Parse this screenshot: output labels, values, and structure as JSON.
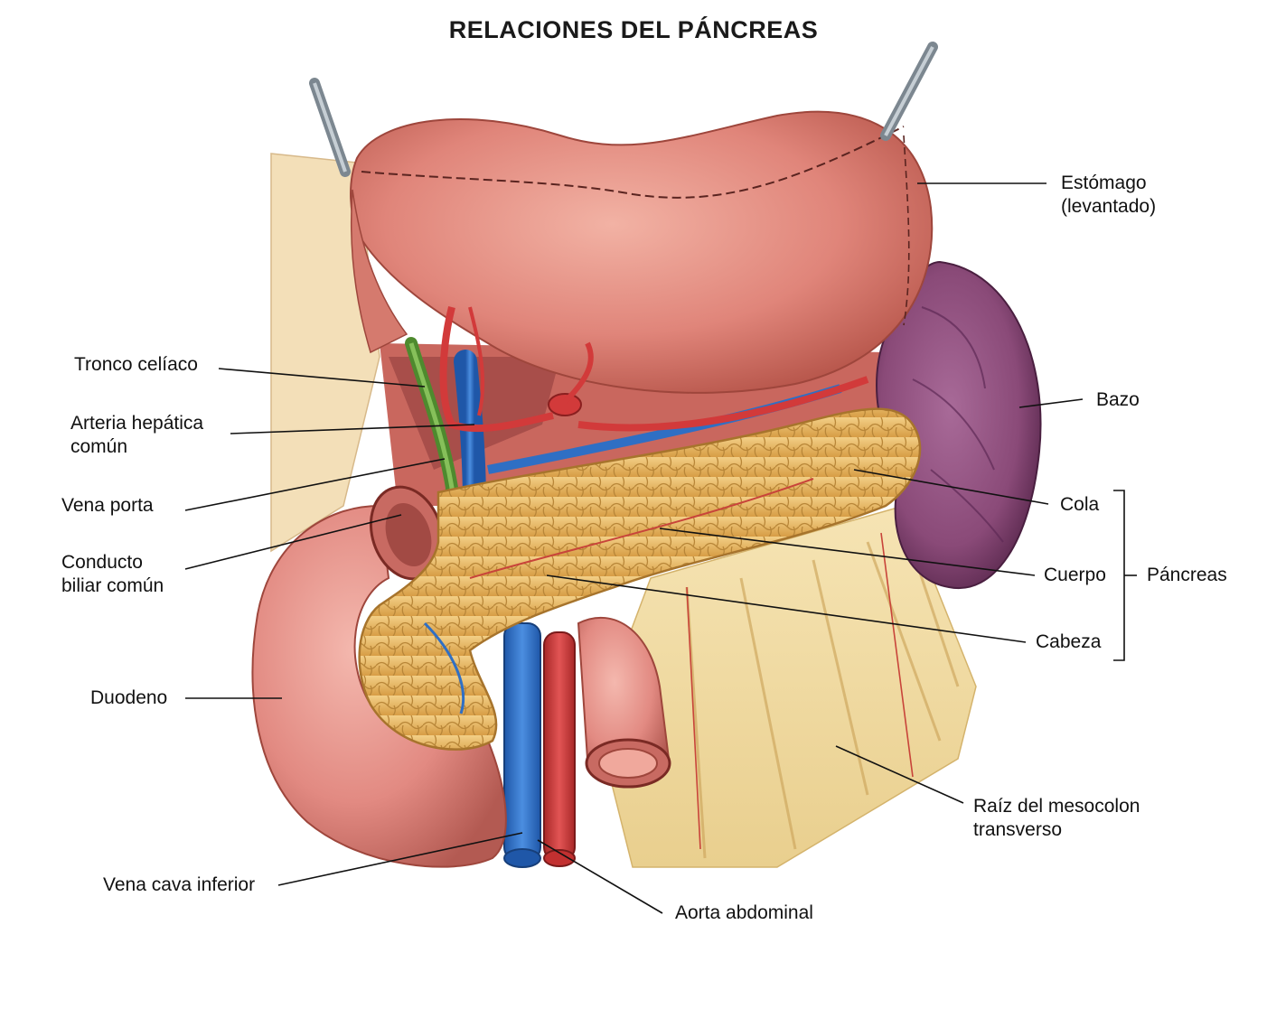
{
  "title": "RELACIONES DEL PÁNCREAS",
  "labels": {
    "estomago_1": "Estómago",
    "estomago_2": "(levantado)",
    "bazo": "Bazo",
    "cola": "Cola",
    "cuerpo": "Cuerpo",
    "cabeza": "Cabeza",
    "pancreas": "Páncreas",
    "mesocolon_1": "Raíz del mesocolon",
    "mesocolon_2": "transverso",
    "aorta": "Aorta abdominal",
    "vena_cava": "Vena cava inferior",
    "duodeno": "Duodeno",
    "conducto_1": "Conducto",
    "conducto_2": "biliar común",
    "vena_porta": "Vena porta",
    "arteria_1": "Arteria hepática",
    "arteria_2": "común",
    "tronco": "Tronco celíaco"
  },
  "colors": {
    "stomach": "#e0857a",
    "spleen": "#8a4a78",
    "pancreas": "#e8b860",
    "duodenum": "#e28a82",
    "vein": "#2f6fc4",
    "artery": "#d23a3a",
    "bile_duct": "#5f9a3a",
    "mesentery": "#f2dca0"
  }
}
